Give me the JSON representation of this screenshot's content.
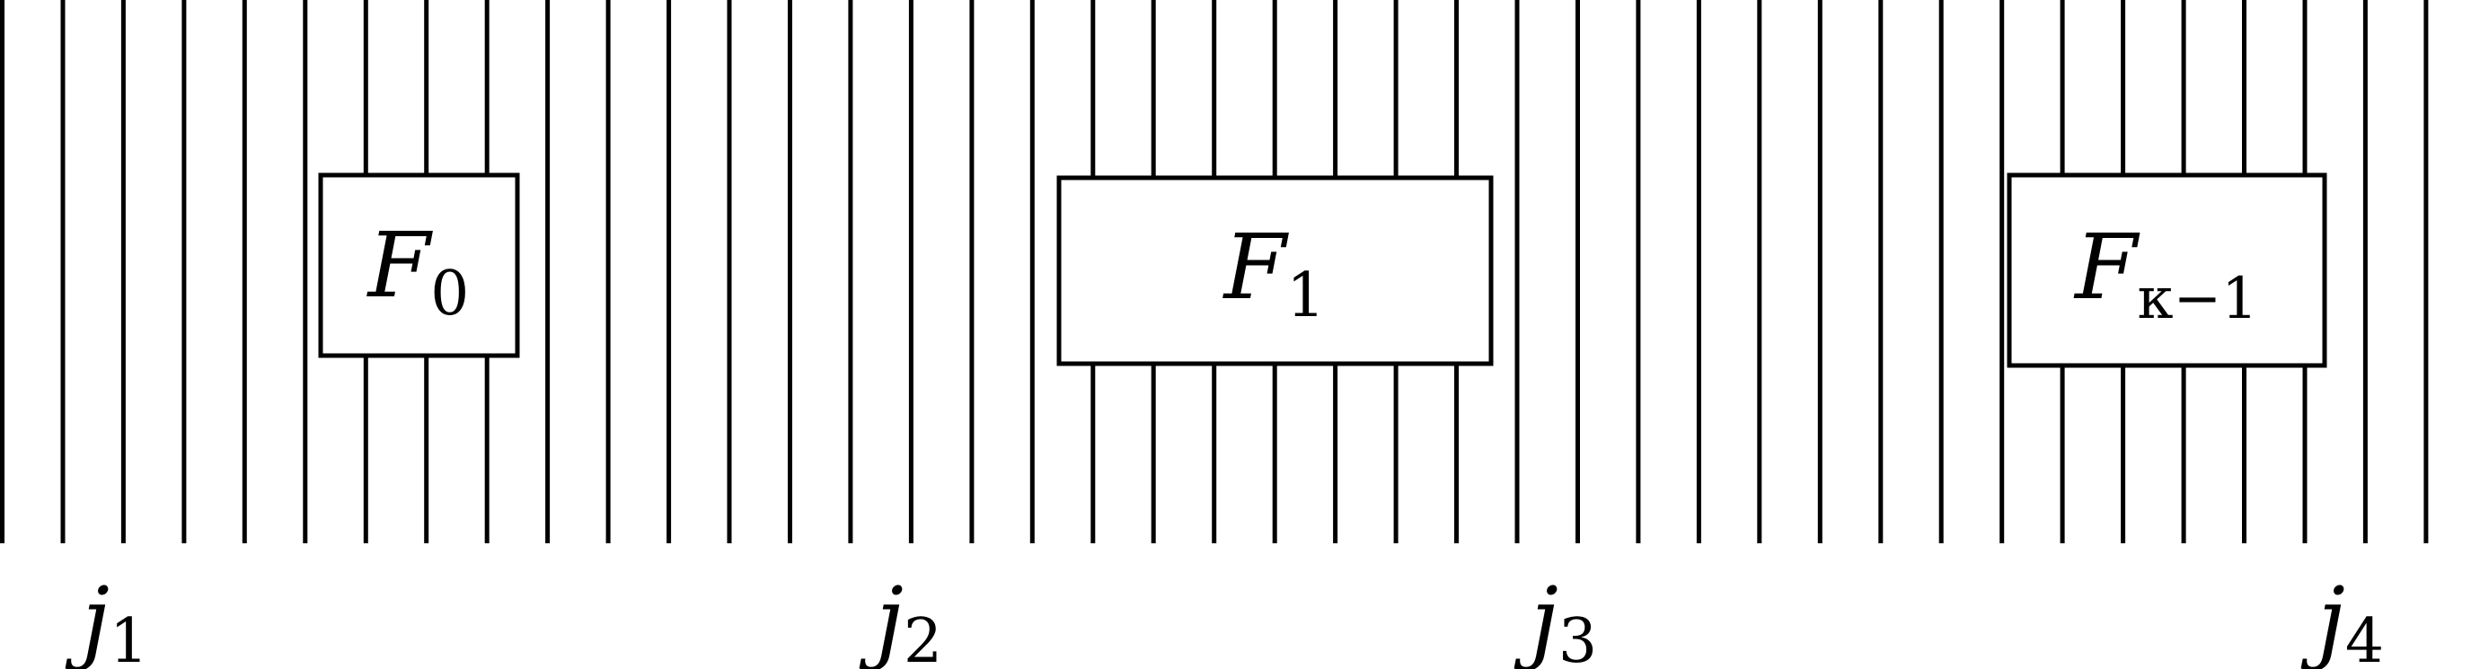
{
  "diagram": {
    "wire_count": 41,
    "boxes": [
      {
        "id": "f0",
        "symbol": "F",
        "subscript": "0"
      },
      {
        "id": "f1",
        "symbol": "F",
        "subscript": "1"
      },
      {
        "id": "fk",
        "symbol": "F",
        "subscript": "κ−1"
      }
    ],
    "markers": [
      {
        "id": "j1",
        "symbol": "j",
        "subscript": "1"
      },
      {
        "id": "j2",
        "symbol": "j",
        "subscript": "2"
      },
      {
        "id": "j3",
        "symbol": "j",
        "subscript": "3"
      },
      {
        "id": "j4",
        "symbol": "j",
        "subscript": "4"
      }
    ]
  }
}
